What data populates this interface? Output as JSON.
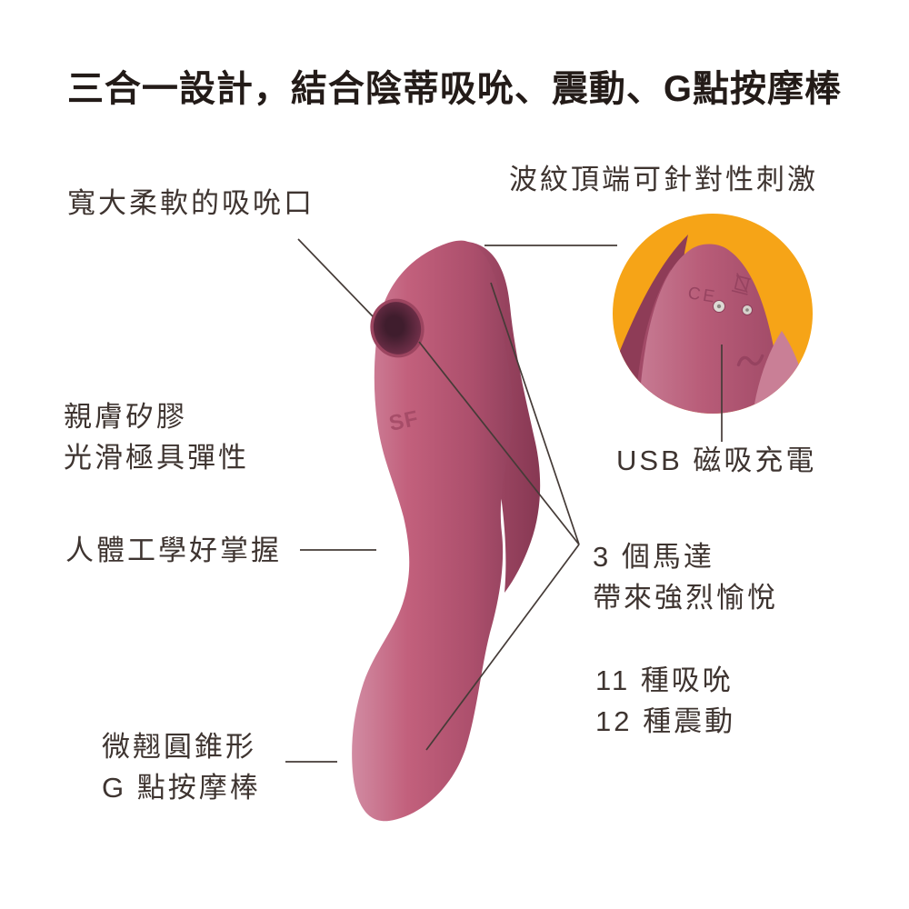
{
  "title": "三合一設計，結合陰蒂吸吮、震動、G點按摩棒",
  "annotations": {
    "suction_mouth": "寬大柔軟的吸吮口",
    "ripple_tip": "波紋頂端可針對性刺激",
    "silicone_line1": "親膚矽膠",
    "silicone_line2": "光滑極具彈性",
    "ergonomic": "人體工學好掌握",
    "gspot_line1": "微翹圓錐形",
    "gspot_line2": "G 點按摩棒",
    "usb_charge": "USB 磁吸充電",
    "motors_line1": "3 個馬達",
    "motors_line2": "帶來強烈愉悅",
    "modes_line1": "11 種吸吮",
    "modes_line2": "12 種震動"
  },
  "product": {
    "logo": "SF",
    "ce_mark": "CE"
  },
  "colors": {
    "background": "#ffffff",
    "title_text": "#231b18",
    "body_text": "#3e3430",
    "leader_line": "#453b37",
    "inset_orange": "#F6A417",
    "product_pink": "#b85c78",
    "product_pink_dark": "#8e3c57",
    "product_pink_light": "#c97f96"
  }
}
